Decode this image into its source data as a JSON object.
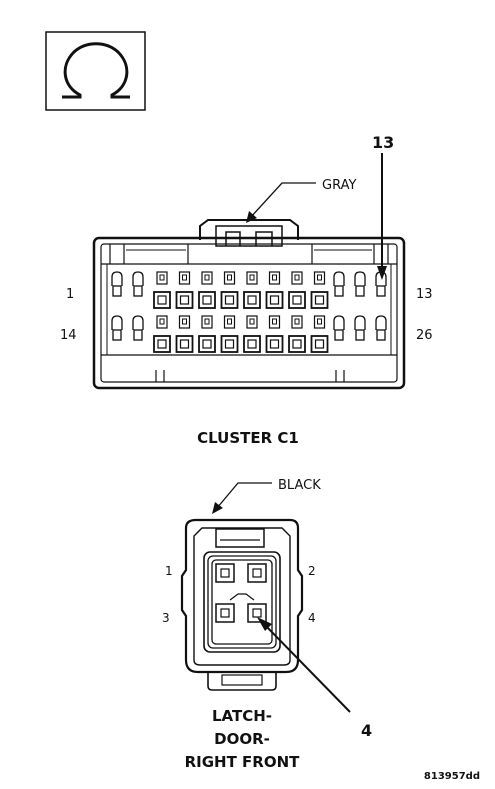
{
  "symbol": {
    "icon": "continuity-omega-symbol-icon"
  },
  "connector_c1": {
    "color_label": "GRAY",
    "callout_pin": "13",
    "pin_left_top": "1",
    "pin_right_top": "13",
    "pin_left_bottom": "14",
    "pin_right_bottom": "26",
    "title": "CLUSTER C1"
  },
  "latch_connector": {
    "color_label": "BLACK",
    "pin_1": "1",
    "pin_2": "2",
    "pin_3": "3",
    "pin_4": "4",
    "callout_pin": "4",
    "title_line1": "LATCH-",
    "title_line2": "DOOR-",
    "title_line3": "RIGHT FRONT"
  },
  "figure_id": "813957dd"
}
